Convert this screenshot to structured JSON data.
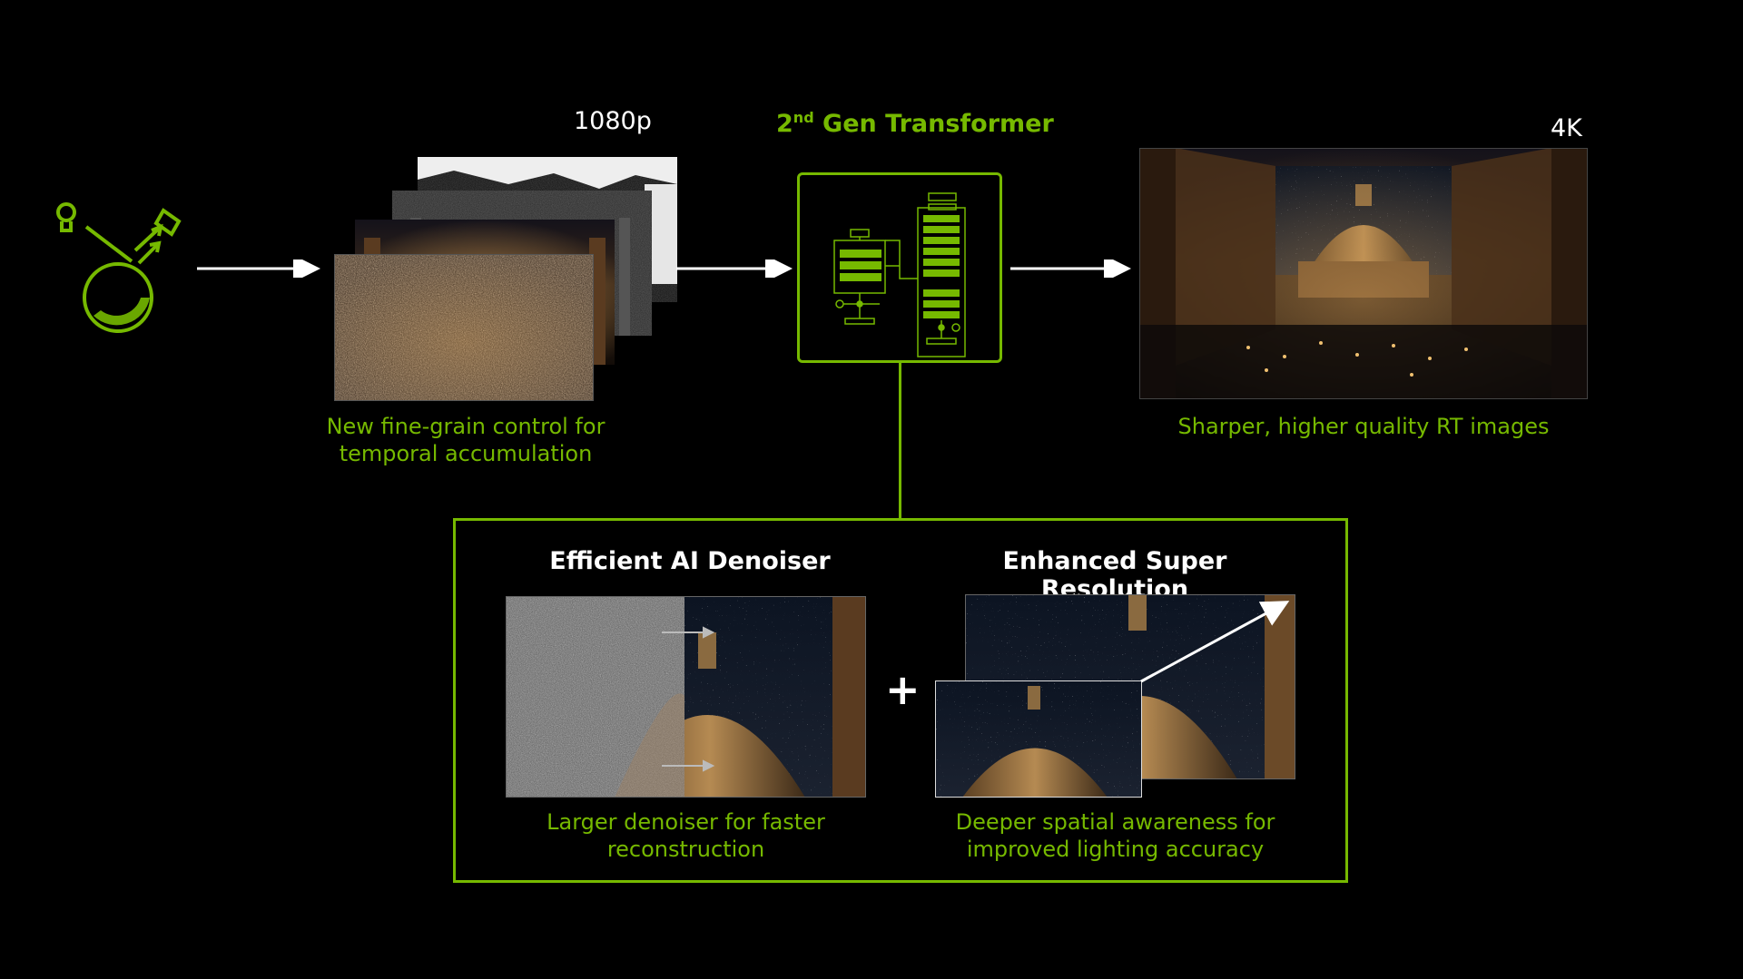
{
  "labels": {
    "input_res": "1080p",
    "transformer_prefix": "2",
    "transformer_sup": "nd",
    "transformer_rest": " Gen Transformer",
    "output_res": "4K",
    "plus": "+"
  },
  "captions": {
    "input_line1": "New fine-grain control for",
    "input_line2": "temporal accumulation",
    "output": "Sharper, higher quality RT images",
    "denoiser_line1": "Larger denoiser for faster",
    "denoiser_line2": "reconstruction",
    "superres_line1": "Deeper spatial awareness for",
    "superres_line2": "improved lighting accuracy"
  },
  "sections": {
    "denoiser_title": "Efficient AI Denoiser",
    "superres_title": "Enhanced Super Resolution"
  },
  "colors": {
    "accent": "#76b900",
    "background": "#000000",
    "text": "#ffffff"
  },
  "icons": [
    "ray-tracing-icon",
    "transformer-network-icon"
  ]
}
